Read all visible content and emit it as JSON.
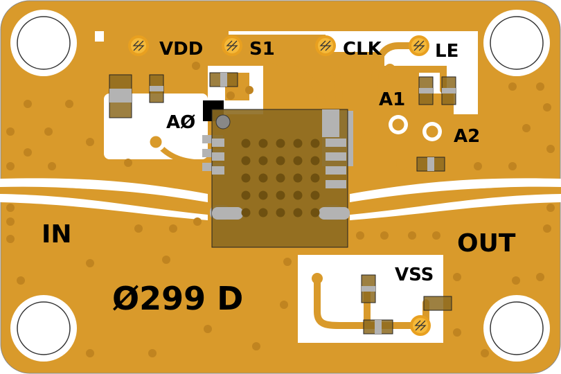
{
  "board": {
    "part_number": "Ø299 D",
    "colors": {
      "copper": "#d99a2b",
      "substrate": "#ffffff",
      "chip": "#8c6a20",
      "pad_gray": "#b3b3b3"
    }
  },
  "pins": {
    "vdd": "VDD",
    "s1": "S1",
    "clk": "CLK",
    "le": "LE",
    "a0": "AØ",
    "a1": "A1",
    "a2": "A2",
    "vss": "VSS"
  },
  "ports": {
    "input": "IN",
    "output": "OUT"
  }
}
